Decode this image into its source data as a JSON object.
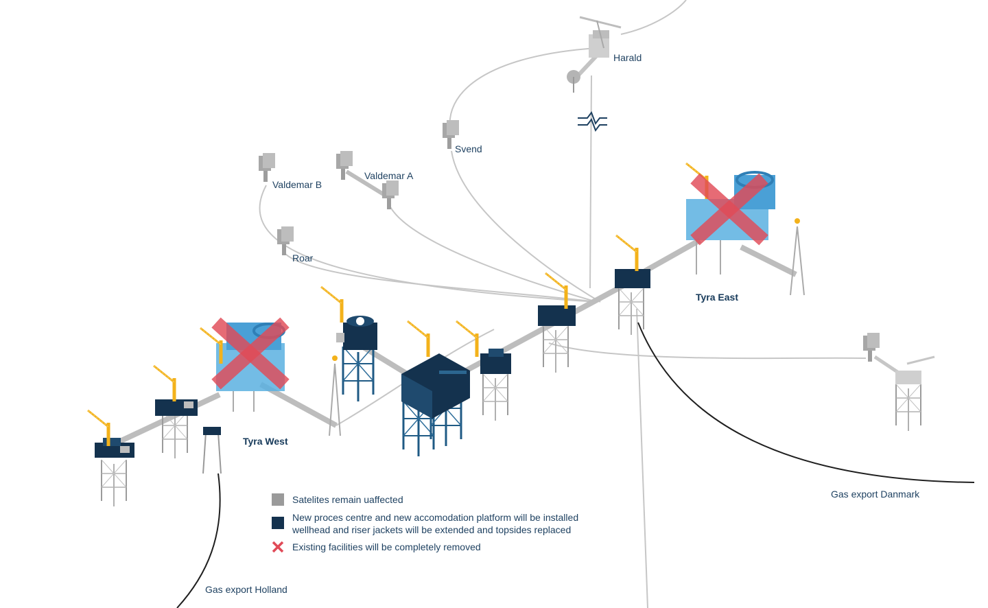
{
  "labels": {
    "harald": "Harald",
    "svend": "Svend",
    "valdemar_b": "Valdemar B",
    "valdemar_a": "Valdemar A",
    "roar": "Roar",
    "tyra_east": "Tyra East",
    "tyra_west": "Tyra West",
    "gas_export_danmark": "Gas export Danmark",
    "gas_export_holland": "Gas export Holland"
  },
  "legend": [
    {
      "symbol": "grey-square",
      "text": "Satelites remain uaffected"
    },
    {
      "symbol": "navy-square",
      "lines": [
        "New proces centre and new accomodation platform will be installed",
        "wellhead and riser jackets will be extended and topsides replaced"
      ]
    },
    {
      "symbol": "red-cross",
      "text": "Existing facilities will be completely removed"
    }
  ],
  "colors": {
    "navy": "#14324e",
    "navy_light": "#1f4a6e",
    "satellite_grey": "#9a9a9a",
    "removed_blue": "#4aa0d6",
    "crane_yellow": "#f3b21b",
    "cross_red": "#e04a57",
    "pipeline": "#c8c8c8",
    "export_line": "#222222",
    "label_text": "#1c3f5f"
  }
}
